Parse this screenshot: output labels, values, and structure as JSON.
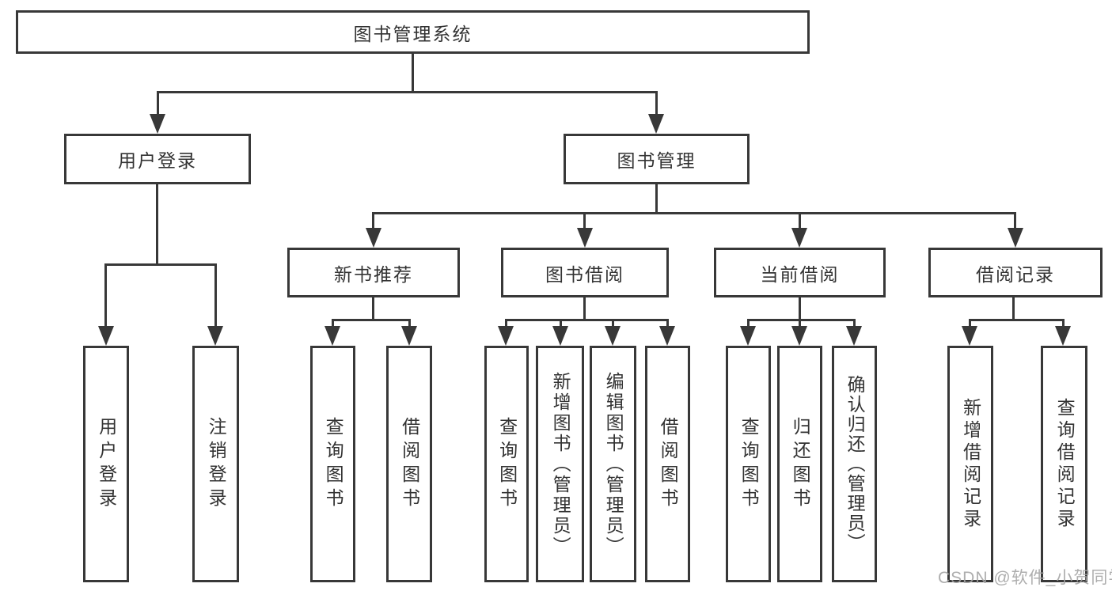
{
  "diagram_title": "图书管理系统",
  "nodes": {
    "root": {
      "label": "图书管理系统"
    },
    "user_login": {
      "label": "用户登录"
    },
    "book_mgmt": {
      "label": "图书管理"
    },
    "new_book_rec": {
      "label": "新书推荐"
    },
    "book_borrow": {
      "label": "图书借阅"
    },
    "current_borrow": {
      "label": "当前借阅"
    },
    "borrow_records": {
      "label": "借阅记录"
    }
  },
  "leaves": {
    "user_login": [
      "用户登录",
      "注销登录"
    ],
    "new_book_rec": [
      "查询图书",
      "借阅图书"
    ],
    "book_borrow": [
      "查询图书",
      "新增图书（管理员）",
      "编辑图书（管理员）",
      "借阅图书"
    ],
    "current_borrow": [
      "查询图书",
      "归还图书",
      "确认归还（管理员）"
    ],
    "borrow_records": [
      "新增借阅记录",
      "查询借阅记录"
    ]
  },
  "colors": {
    "line": "#383838",
    "text": "#333333",
    "watermark": "#a5a5a5",
    "background": "#ffffff"
  },
  "watermark": {
    "text": "CSDN @软件_小贺同学"
  }
}
